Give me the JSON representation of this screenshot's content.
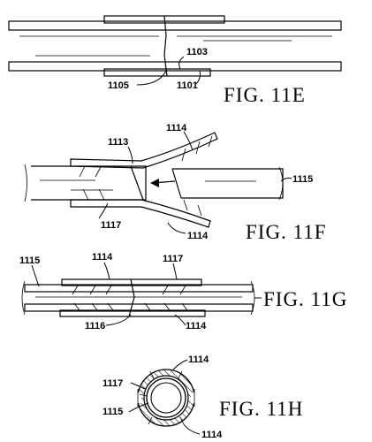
{
  "figures": [
    {
      "id": "11E",
      "caption": "FIG. 11E",
      "labels": {
        "a": "1103",
        "b": "1105",
        "c": "1101"
      }
    },
    {
      "id": "11F",
      "caption": "FIG. 11F",
      "labels": {
        "a": "1114",
        "b": "1113",
        "c": "1115",
        "d": "1117",
        "e": "1114"
      }
    },
    {
      "id": "11G",
      "caption": "FIG. 11G",
      "labels": {
        "a": "1115",
        "b": "1114",
        "c": "1117",
        "d": "1116",
        "e": "1114"
      }
    },
    {
      "id": "11H",
      "caption": "FIG. 11H",
      "labels": {
        "a": "1114",
        "b": "1117",
        "c": "1115",
        "d": "1114"
      }
    }
  ]
}
